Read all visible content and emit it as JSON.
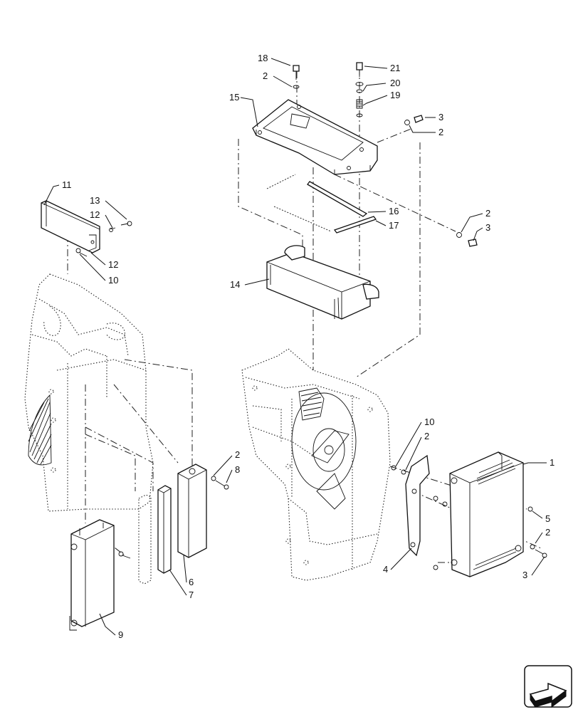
{
  "callouts": [
    {
      "id": "c1",
      "label": "1"
    },
    {
      "id": "c2a",
      "label": "2"
    },
    {
      "id": "c2b",
      "label": "2"
    },
    {
      "id": "c2c",
      "label": "2"
    },
    {
      "id": "c2d",
      "label": "2"
    },
    {
      "id": "c2e",
      "label": "2"
    },
    {
      "id": "c2f",
      "label": "2"
    },
    {
      "id": "c3a",
      "label": "3"
    },
    {
      "id": "c3b",
      "label": "3"
    },
    {
      "id": "c3c",
      "label": "3"
    },
    {
      "id": "c4",
      "label": "4"
    },
    {
      "id": "c5",
      "label": "5"
    },
    {
      "id": "c6",
      "label": "6"
    },
    {
      "id": "c7",
      "label": "7"
    },
    {
      "id": "c8",
      "label": "8"
    },
    {
      "id": "c9",
      "label": "9"
    },
    {
      "id": "c10a",
      "label": "10"
    },
    {
      "id": "c10b",
      "label": "10"
    },
    {
      "id": "c11",
      "label": "11"
    },
    {
      "id": "c12a",
      "label": "12"
    },
    {
      "id": "c12b",
      "label": "12"
    },
    {
      "id": "c13",
      "label": "13"
    },
    {
      "id": "c14",
      "label": "14"
    },
    {
      "id": "c15",
      "label": "15"
    },
    {
      "id": "c16",
      "label": "16"
    },
    {
      "id": "c17",
      "label": "17"
    },
    {
      "id": "c18",
      "label": "18"
    },
    {
      "id": "c19",
      "label": "19"
    },
    {
      "id": "c20",
      "label": "20"
    },
    {
      "id": "c21",
      "label": "21"
    }
  ],
  "icons": {
    "navigation": "next-page-arrow-icon"
  }
}
